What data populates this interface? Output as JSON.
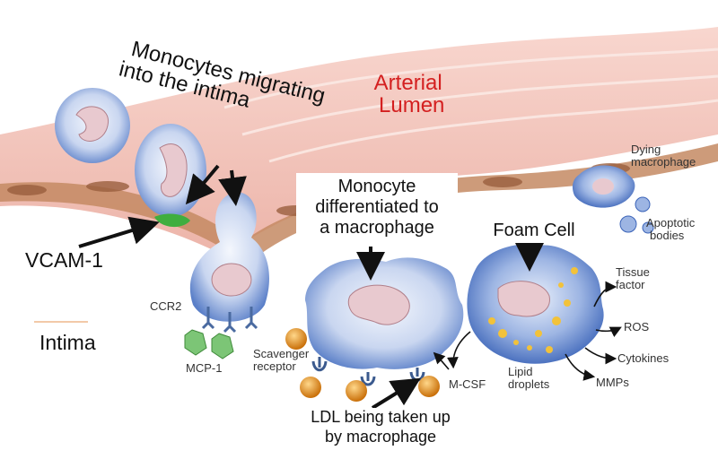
{
  "labels": {
    "monocytes_migrating_line1": "Monocytes migrating",
    "monocytes_migrating_line2": "into the intima",
    "arterial_lumen_line1": "Arterial",
    "arterial_lumen_line2": "Lumen",
    "vcam1": "VCAM-1",
    "intima": "Intima",
    "ccr2": "CCR2",
    "mcp1": "MCP-1",
    "scavenger_receptor_line1": "Scavenger",
    "scavenger_receptor_line2": "receptor",
    "monocyte_differentiated_line1": "Monocyte",
    "monocyte_differentiated_line2": "differentiated to",
    "monocyte_differentiated_line3": "a macrophage",
    "foam_cell": "Foam Cell",
    "dying_macrophage_line1": "Dying",
    "dying_macrophage_line2": "macrophage",
    "apoptotic_bodies_line1": "Apoptotic",
    "apoptotic_bodies_line2": "bodies",
    "tissue_factor_line1": "Tissue",
    "tissue_factor_line2": "factor",
    "ros": "ROS",
    "cytokines": "Cytokines",
    "mmps": "MMPs",
    "mcsf": "M-CSF",
    "lipid_droplets_line1": "Lipid",
    "lipid_droplets_line2": "droplets",
    "ldl_line1": "LDL being taken up",
    "ldl_line2": "by macrophage"
  },
  "colors": {
    "lumen_text": "#d42020",
    "cell_blue": "#5a7fc8",
    "nucleus": "#e8c9cf",
    "ldl_orange": "#e8941a",
    "vcam_green": "#3fae3f",
    "mcp_green": "#7cc576"
  }
}
